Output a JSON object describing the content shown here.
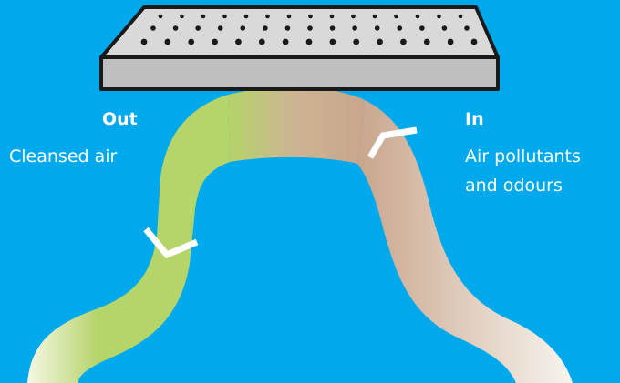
{
  "colors": {
    "background": "#00A8EC",
    "filter_top": "#D9D9D9",
    "filter_side": "#BFBFBF",
    "outline": "#1A1A1A",
    "out_flow_start": "#F5F7E4",
    "out_flow_end": "#B5D46A",
    "in_flow_start": "#C9A58C",
    "in_flow_end": "#F7F4EE",
    "arrow": "#FFFFFF",
    "text": "#FFFFFF"
  },
  "labels": {
    "out_title": "Out",
    "out_desc": "Cleansed air",
    "in_title": "In",
    "in_desc_line1": "Air pollutants",
    "in_desc_line2": "and odours"
  },
  "icons": {
    "filter": "filter-panel-icon",
    "out_arrow": "downward-chevron-arrow-icon",
    "in_arrow": "upward-chevron-arrow-icon"
  }
}
